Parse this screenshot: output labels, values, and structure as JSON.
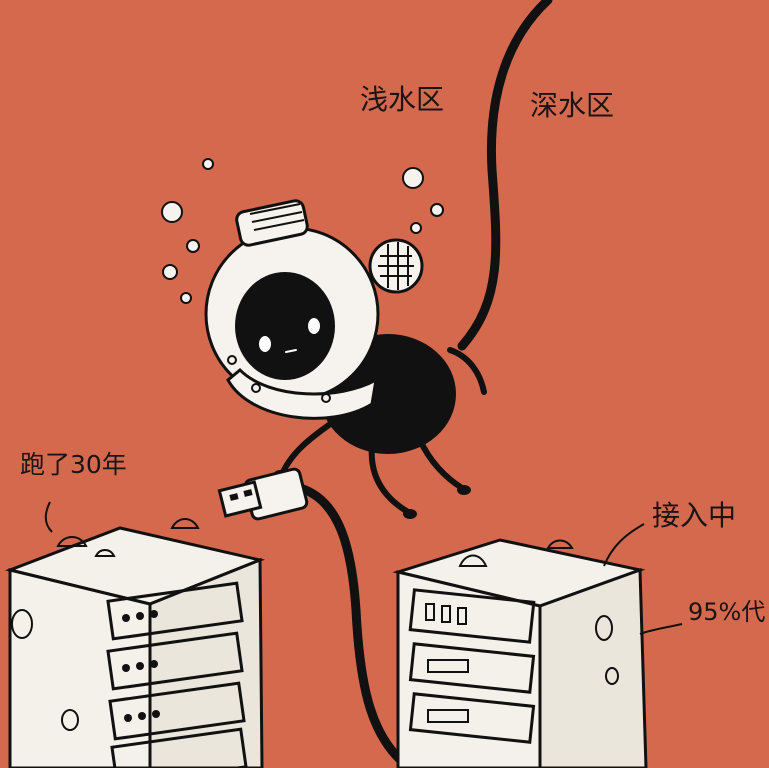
{
  "labels": {
    "shallow_water": "浅水区",
    "deep_water": "深水区",
    "running_30_years": "跑了30年",
    "connecting": "接入中",
    "generation_95": "95%代"
  },
  "colors": {
    "background": "#d4694e",
    "ink": "#111111",
    "server_white": "#f4f1ea",
    "helmet_white": "#f6f3ee"
  },
  "icons": {
    "diver": "diver-helmet-character",
    "plug": "usb-plug-icon",
    "old_server": "server-rack-icon",
    "new_server": "server-rack-icon"
  }
}
